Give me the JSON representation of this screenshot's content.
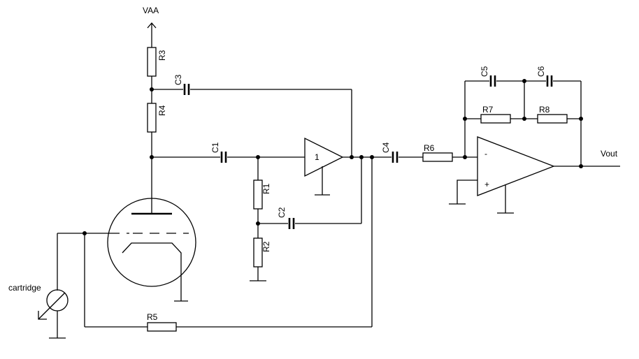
{
  "supply": {
    "label": "VAA"
  },
  "output": {
    "label": "Vout"
  },
  "source": {
    "label": "cartridge"
  },
  "buffer": {
    "gain_label": "1"
  },
  "opamp": {
    "inv_label": "-",
    "noninv_label": "+"
  },
  "resistors": {
    "r1": "R1",
    "r2": "R2",
    "r3": "R3",
    "r4": "R4",
    "r5": "R5",
    "r6": "R6",
    "r7": "R7",
    "r8": "R8"
  },
  "capacitors": {
    "c1": "C1",
    "c2": "C2",
    "c3": "C3",
    "c4": "C4",
    "c5": "C5",
    "c6": "C6"
  }
}
